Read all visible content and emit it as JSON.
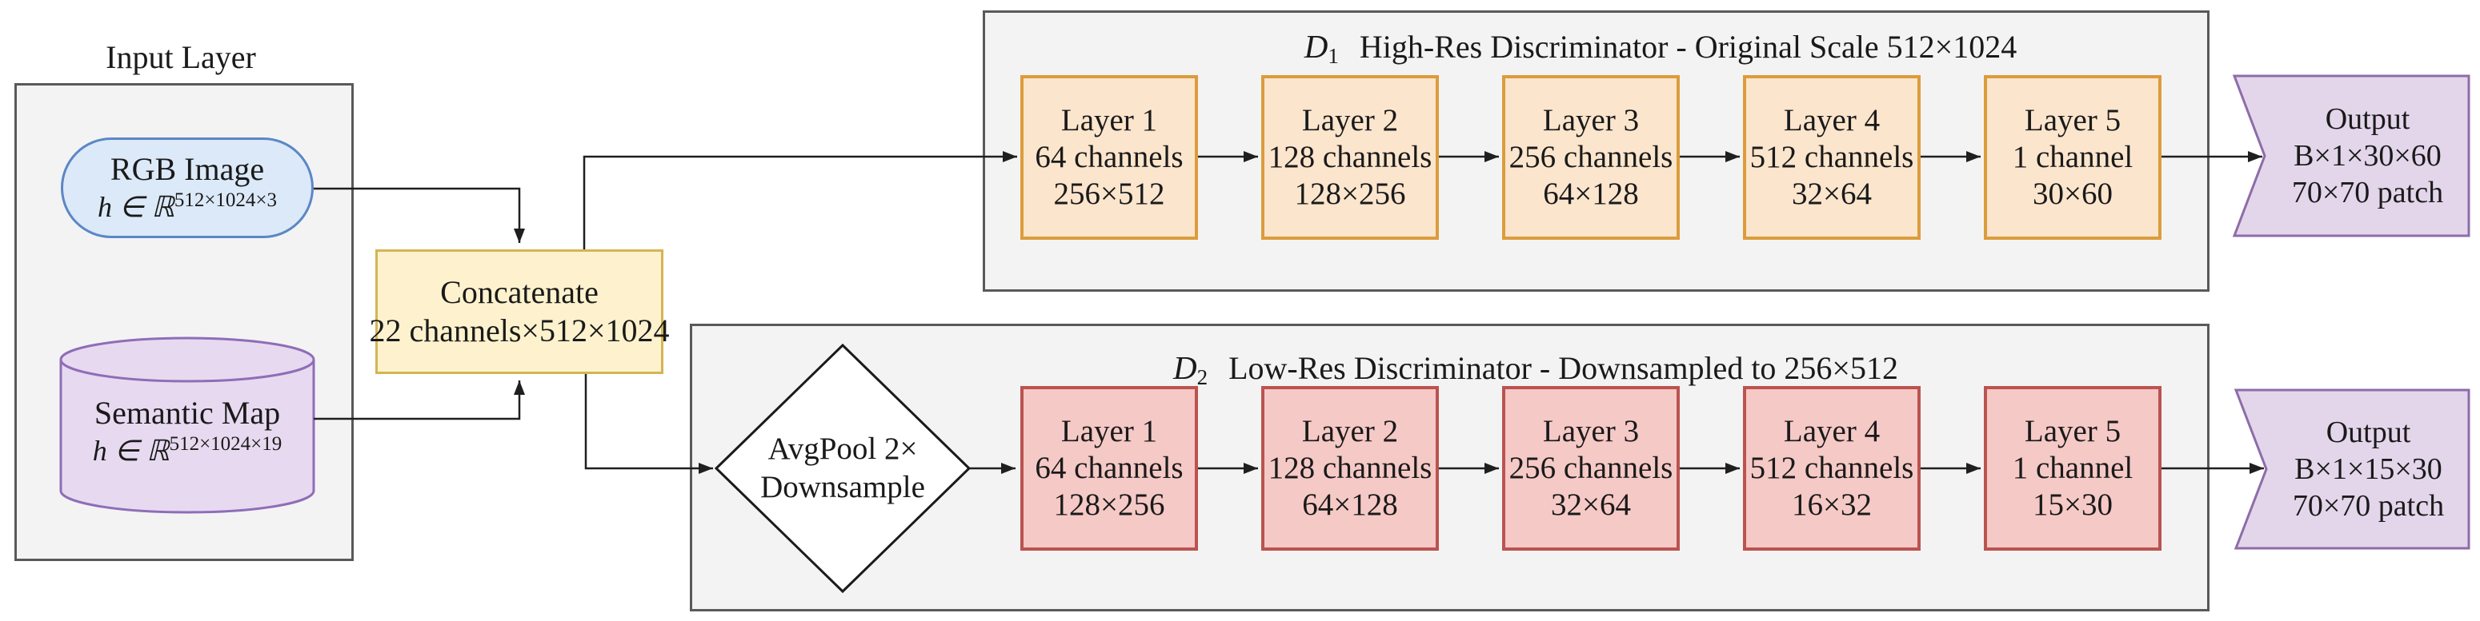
{
  "input_section": {
    "title": "Input Layer",
    "rgb": {
      "label": "RGB Image",
      "math_base": "h ∈ ℝ",
      "math_sup": "512×1024×3"
    },
    "semantic": {
      "label": "Semantic Map",
      "math_base": "h ∈ ℝ",
      "math_sup": "512×1024×19"
    }
  },
  "concatenate": {
    "line1": "Concatenate",
    "line2": "22 channels×512×1024"
  },
  "avgpool": {
    "line1": "AvgPool 2×",
    "line2": "Downsample"
  },
  "d1": {
    "symbol": "D",
    "symbol_sub": "1",
    "title": "High-Res Discriminator  - Original Scale 512×1024",
    "layers": [
      {
        "name": "Layer 1",
        "channels": "64 channels",
        "size": "256×512"
      },
      {
        "name": "Layer 2",
        "channels": "128 channels",
        "size": "128×256"
      },
      {
        "name": "Layer 3",
        "channels": "256 channels",
        "size": "64×128"
      },
      {
        "name": "Layer 4",
        "channels": "512 channels",
        "size": "32×64"
      },
      {
        "name": "Layer 5",
        "channels": "1 channel",
        "size": "30×60"
      }
    ],
    "output": {
      "line1": "Output",
      "line2": "B×1×30×60",
      "line3": "70×70 patch"
    }
  },
  "d2": {
    "symbol": "D",
    "symbol_sub": "2",
    "title": "Low-Res Discriminator  - Downsampled to 256×512",
    "layers": [
      {
        "name": "Layer 1",
        "channels": "64 channels",
        "size": "128×256"
      },
      {
        "name": "Layer 2",
        "channels": "128 channels",
        "size": "64×128"
      },
      {
        "name": "Layer 3",
        "channels": "256 channels",
        "size": "32×64"
      },
      {
        "name": "Layer 4",
        "channels": "512 channels",
        "size": "16×32"
      },
      {
        "name": "Layer 5",
        "channels": "1 channel",
        "size": "15×30"
      }
    ],
    "output": {
      "line1": "Output",
      "line2": "B×1×15×30",
      "line3": "70×70 patch"
    }
  },
  "colors": {
    "input_frame_fill": "#f3f3f4",
    "frame_border": "#58595b",
    "rgb_fill": "#dbe9f8",
    "rgb_border": "#5b87c5",
    "semantic_fill": "#e7daf0",
    "semantic_border": "#8f6db8",
    "concat_fill": "#fdf2cd",
    "concat_border": "#d4b455",
    "d1_layer_fill": "#fce5cd",
    "d1_layer_border": "#dc9c3c",
    "d2_layer_fill": "#f5c9c6",
    "d2_layer_border": "#bb534f",
    "output_fill": "#e3d6eb",
    "output_border": "#8e6ca8",
    "connector": "#1f1f1f"
  }
}
